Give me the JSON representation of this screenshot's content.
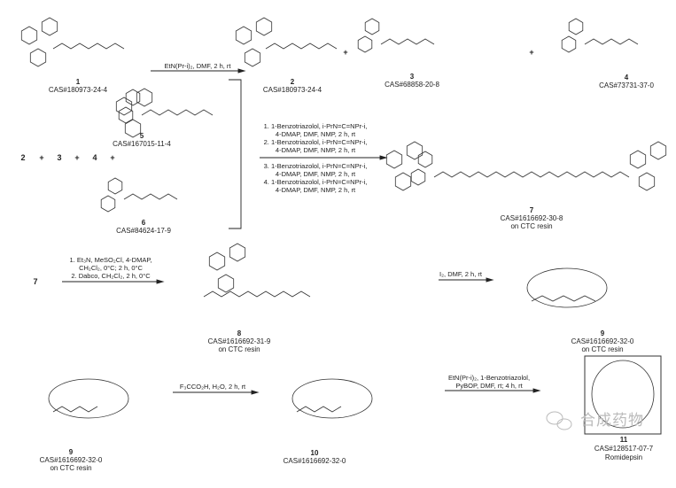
{
  "compounds": {
    "c1": {
      "number": "1",
      "cas": "CAS#180973-24-4"
    },
    "c2": {
      "number": "2",
      "cas": "CAS#180973-24-4"
    },
    "c3": {
      "number": "3",
      "cas": "CAS#68858-20-8"
    },
    "c4": {
      "number": "4",
      "cas": "CAS#73731-37-0"
    },
    "c5": {
      "number": "5",
      "cas": "CAS#167015-11-4"
    },
    "c6": {
      "number": "6",
      "cas": "CAS#84624-17-9"
    },
    "c7": {
      "number": "7",
      "cas": "CAS#1616692-30-8",
      "note": "on CTC resin"
    },
    "c8": {
      "number": "8",
      "cas": "CAS#1616692-31-9",
      "note": "on CTC resin"
    },
    "c9": {
      "number": "9",
      "cas": "CAS#1616692-32-0",
      "note": "on CTC resin"
    },
    "c10": {
      "number": "10",
      "cas": "CAS#1616692-32-0"
    },
    "c11": {
      "number": "11",
      "cas": "CAS#128517-07-7",
      "name": "Romidepsin"
    }
  },
  "reagent_row": {
    "a": "2",
    "b": "3",
    "c": "4",
    "plus": "+"
  },
  "start_7": "7",
  "conditions": {
    "step1": "EtN(Pr-i)₂, DMF, 2 h, rt",
    "step2": [
      "1. 1-Benzotriazolol, i-PrN=C=NPr-i,",
      "4-DMAP, DMF, NMP, 2 h, rt",
      "2. 1-Benzotriazolol, i-PrN=C=NPr-i,",
      "4-DMAP, DMF, NMP, 2 h, rt",
      "3. 1-Benzotriazolol, i-PrN=C=NPr-i,",
      "4-DMAP, DMF, NMP, 2 h, rt",
      "4. 1-Benzotriazolol, i-PrN=C=NPr-i,",
      "4-DMAP, DMF, NMP, 2 h, rt"
    ],
    "step3": [
      "1. Et₃N, MeSO₂Cl, 4-DMAP,",
      "CH₂Cl₂, 0°C; 2 h, 0°C",
      "2. Dabco, CH₂Cl₂, 2 h, 0°C"
    ],
    "step4": "I₂, DMF, 2 h, rt",
    "step5": "F₃CCO₂H, H₂O, 2 h, rt",
    "step6": [
      "EtN(Pr-i)₂, 1-Benzotriazolol,",
      "PyBOP, DMF, rt; 4 h, rt"
    ]
  },
  "watermark": "合成药物"
}
